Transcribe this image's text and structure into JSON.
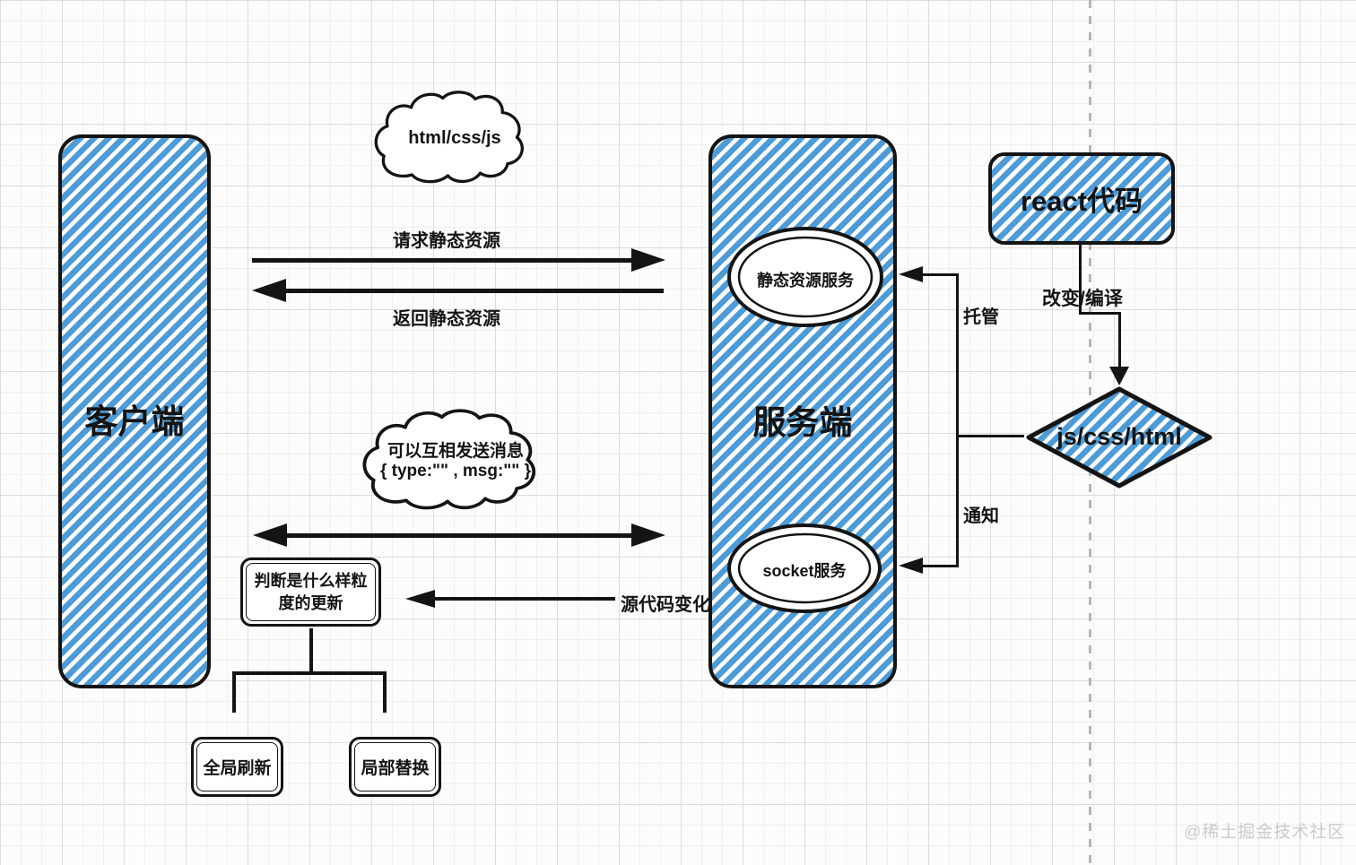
{
  "colors": {
    "stripe_blue": "#4d9bd7",
    "ink": "#141414",
    "grid_minor": "#efefef",
    "grid_major": "#dcdcdc",
    "dashed_guide": "#b5b5b5",
    "watermark": "#cbcbcb"
  },
  "nodes": {
    "client": "客户端",
    "server": "服务端",
    "static_service": "静态资源服务",
    "socket_service": "socket服务",
    "react_code": "react代码",
    "bundle": "js/css/html",
    "assets_cloud": "html/css/js",
    "message_cloud_line1": "可以互相发送消息",
    "message_cloud_line2": "{ type:\"\" , msg:\"\" }",
    "decision": "判断是什么样粒度的更新",
    "full_refresh": "全局刷新",
    "partial_replace": "局部替换"
  },
  "edges": {
    "request_static": "请求静态资源",
    "return_static": "返回静态资源",
    "hosting": "托管",
    "notify": "通知",
    "change_compile": "改变/编译",
    "source_change": "源代码变化"
  },
  "watermark": "@稀土掘金技术社区"
}
